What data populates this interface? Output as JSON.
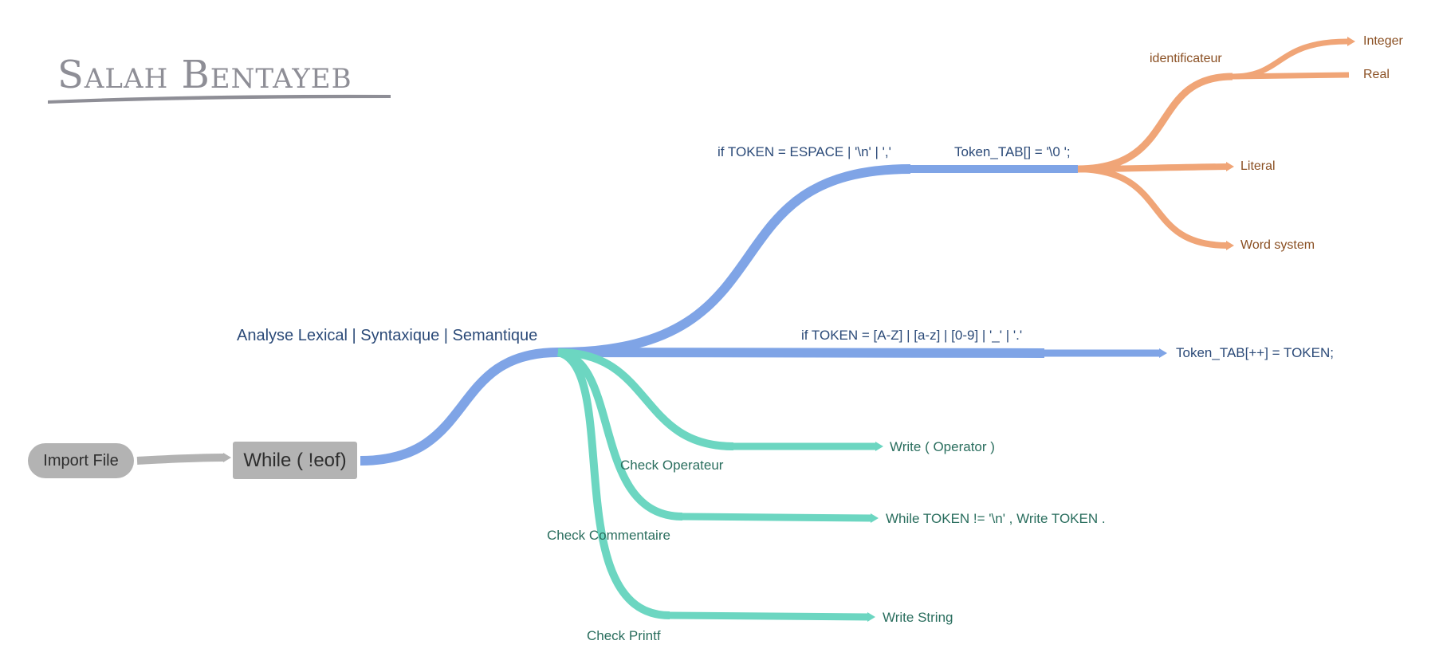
{
  "logo": {
    "text": "Salah Bentayeb"
  },
  "nodes": {
    "import_file": "Import File",
    "while_eof": "While ( !eof)"
  },
  "labels": {
    "analyse": "Analyse Lexical | Syntaxique | Semantique",
    "if_espace": "if TOKEN = ESPACE | '\\n' | ','",
    "token_tab_zero": "Token_TAB[] = '\\0 ';",
    "identificateur": "identificateur",
    "integer": "Integer",
    "real": "Real",
    "literal": "Literal",
    "word_system": "Word system",
    "if_alnum": "if TOKEN = [A-Z] | [a-z] | [0-9] | '_' | '.'",
    "token_tab_pp": "Token_TAB[++] = TOKEN;",
    "check_operateur": "Check Operateur",
    "write_operator": "Write ( Operator )",
    "check_commentaire": "Check Commentaire",
    "while_token": "While TOKEN != '\\n' , Write TOKEN .",
    "check_printf": "Check Printf",
    "write_string": "Write String"
  },
  "colors": {
    "blue": "#7fa4e6",
    "green": "#6cd6c1",
    "orange": "#f0a577",
    "grey": "#b3b3b3",
    "logo": "#8e8e96"
  }
}
